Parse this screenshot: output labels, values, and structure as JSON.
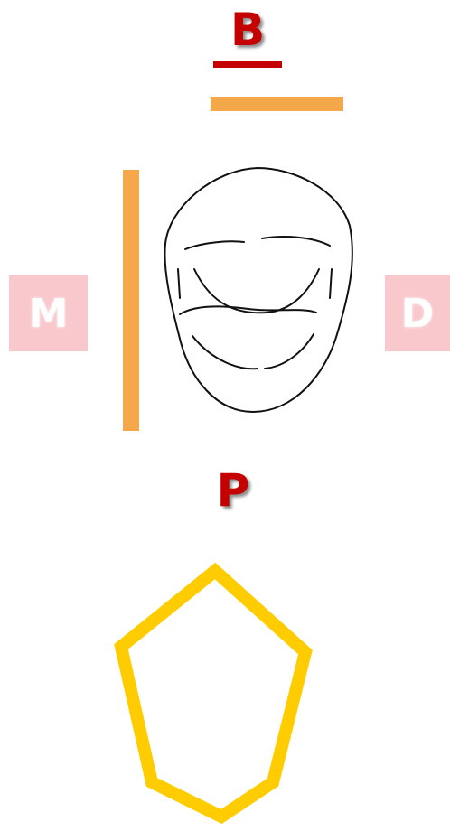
{
  "labels": {
    "buccal": "B",
    "palatal": "P",
    "mesial": "M",
    "distal": "D"
  },
  "colors": {
    "letter": "#c40000",
    "underline": "#c40000",
    "orange_bar": "#f4a84a",
    "side_box": "#f9c8cc",
    "pentagon": "#ffcc00",
    "outline": "#111111"
  },
  "icons": {
    "tooth": "tooth-occlusal-icon",
    "pentagon": "pentagon-outline-icon"
  }
}
